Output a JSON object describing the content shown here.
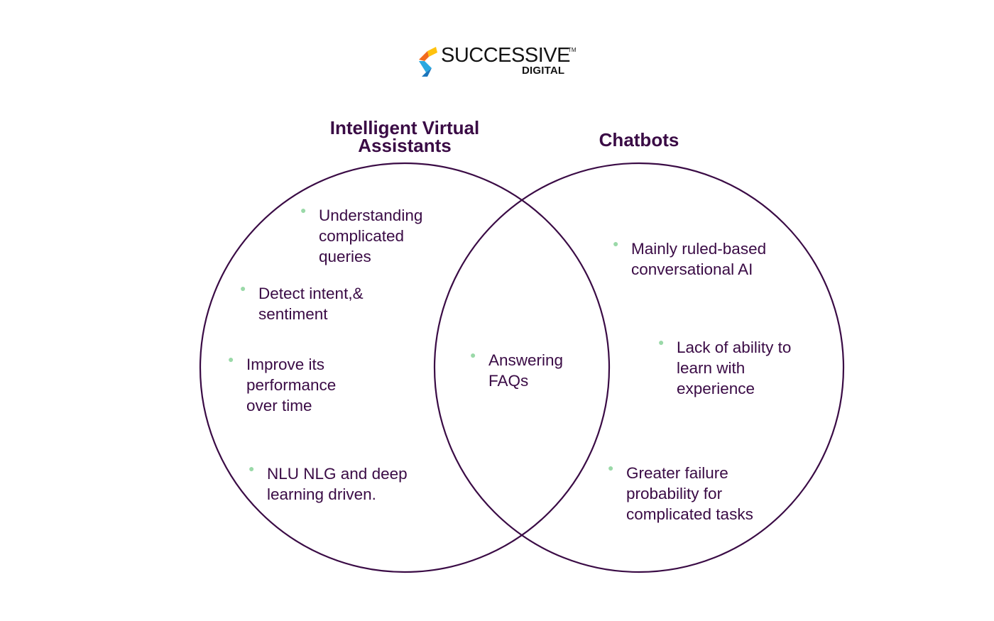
{
  "logo": {
    "brand": "SUCCESSIVE",
    "trademark": "TM",
    "sub": "DIGITAL",
    "colors": [
      "#f26c1d",
      "#ffc20e",
      "#2aa8e0",
      "#1b75bb"
    ]
  },
  "diagram": {
    "type": "venn",
    "outline_color": "#3a0b45",
    "bullet_color": "#9ad9a8",
    "left": {
      "title": "Intelligent Virtual\nAssistants",
      "items": [
        "Understanding\ncomplicated\nqueries",
        "Detect intent,&\nsentiment",
        "Improve its\nperformance\nover time",
        "NLU NLG and deep\nlearning driven."
      ]
    },
    "right": {
      "title": "Chatbots",
      "items": [
        "Mainly ruled-based\nconversational AI",
        "Lack of ability to\nlearn with\nexperience",
        "Greater failure\nprobability for\ncomplicated tasks"
      ]
    },
    "overlap": {
      "items": [
        "Answering\nFAQs"
      ]
    }
  }
}
